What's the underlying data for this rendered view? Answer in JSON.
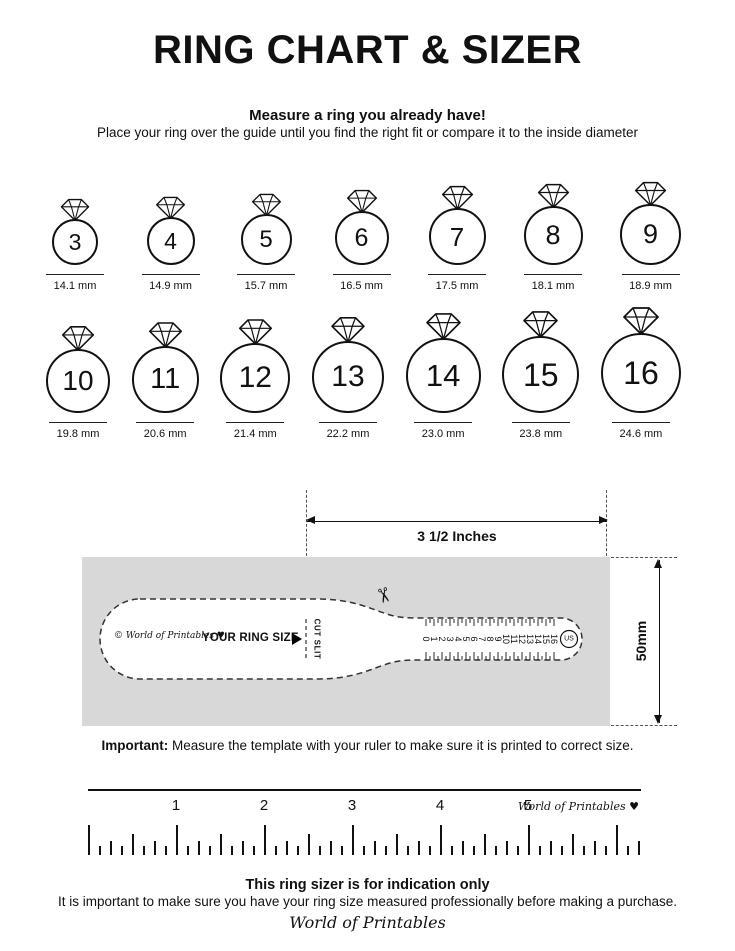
{
  "page": {
    "title": "RING CHART & SIZER",
    "intro_bold": "Measure a ring you already have!",
    "intro_text": "Place your ring over the guide until you find the right fit or compare it to the inside diameter"
  },
  "ring_chart": {
    "rows": [
      {
        "rings": [
          {
            "size": "3",
            "mm_label": "14.1 mm"
          },
          {
            "size": "4",
            "mm_label": "14.9 mm"
          },
          {
            "size": "5",
            "mm_label": "15.7 mm"
          },
          {
            "size": "6",
            "mm_label": "16.5 mm"
          },
          {
            "size": "7",
            "mm_label": "17.5 mm"
          },
          {
            "size": "8",
            "mm_label": "18.1 mm"
          },
          {
            "size": "9",
            "mm_label": "18.9 mm"
          }
        ]
      },
      {
        "rings": [
          {
            "size": "10",
            "mm_label": "19.8 mm"
          },
          {
            "size": "11",
            "mm_label": "20.6 mm"
          },
          {
            "size": "12",
            "mm_label": "21.4 mm"
          },
          {
            "size": "13",
            "mm_label": "22.2 mm"
          },
          {
            "size": "14",
            "mm_label": "23.0 mm"
          },
          {
            "size": "15",
            "mm_label": "23.8 mm"
          },
          {
            "size": "16",
            "mm_label": "24.6 mm"
          }
        ]
      }
    ]
  },
  "sizer": {
    "width_label": "3 1/2 Inches",
    "height_label": "50mm",
    "brand": "© World of Printables ♥",
    "ring_size_label": "YOUR RING SIZE",
    "cut_slit_label": "CUT SLIT",
    "scale_numbers": [
      "0",
      "1",
      "2",
      "3",
      "4",
      "5",
      "6",
      "7",
      "8",
      "9",
      "10",
      "11",
      "12",
      "13",
      "14",
      "15",
      "16"
    ],
    "us_label": "US"
  },
  "icons": {
    "scissors": "✂"
  },
  "important_note": {
    "label": "Important:",
    "text": " Measure the template with your ruler to make sure it is printed to correct size."
  },
  "ruler": {
    "numbers": [
      "1",
      "2",
      "3",
      "4",
      "5"
    ],
    "brand": "World of Printables ♥"
  },
  "footer": {
    "bold_line": "This ring sizer is for indication only",
    "text_line": "It is important to make sure you have your ring size measured professionally before making a purchase.",
    "logo": "World of Printables"
  },
  "colors": {
    "ink": "#111111",
    "gray_box": "#d8d8d8",
    "dash": "#555555"
  }
}
